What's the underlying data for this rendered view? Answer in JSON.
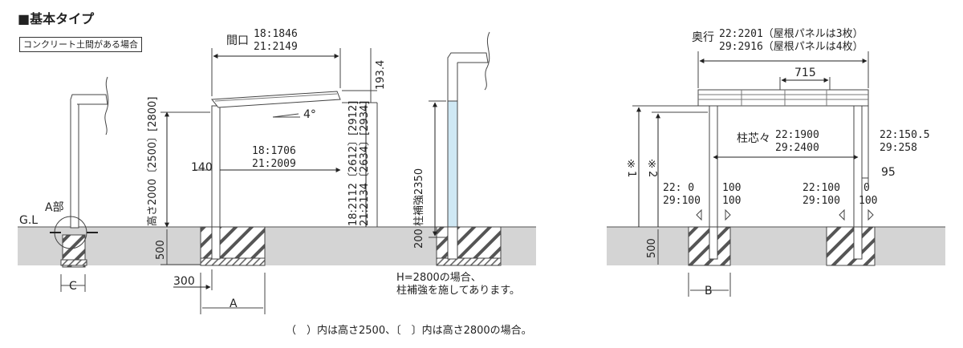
{
  "header": {
    "title": "■基本タイプ",
    "subtitle": "コンクリート土間がある場合"
  },
  "side": {
    "frontage_label": "間口",
    "frontage_18": "18:1846",
    "frontage_21": "21:2149",
    "dim_193": "193.4",
    "angle": "4°",
    "post_18": "18:1706",
    "post_21": "21:2009",
    "dim_140": "140",
    "height_label": "高さ2000〔2500〕[2800]",
    "col_18": "18:2112〔2612〕[2912]",
    "col_21": "21:2134〔2634〕[2934]",
    "dim_500": "500",
    "dim_300": "300",
    "label_A": "A",
    "label_C": "C",
    "gl": "G.L",
    "part_a": "A部",
    "reinforce": "柱補強2350",
    "dim_200": "200",
    "reinforce_note_1": "H=2800の場合、",
    "reinforce_note_2": "柱補強を施してあります。"
  },
  "front": {
    "depth_label": "奥行",
    "depth_22": "22:2201（屋根パネルは3枚）",
    "depth_29": "29:2916（屋根パネルは4枚）",
    "dim_715": "715",
    "pitch_label": "柱芯々",
    "pitch_22": "22:1900",
    "pitch_29": "29:2400",
    "over_22": "22:150.5",
    "over_29": "29:258",
    "dim_95": "95",
    "note_1": "※1",
    "note_2": "※2",
    "left_22": "22:  0",
    "left_29": "29:100",
    "left_val_22": "100",
    "left_val_29": "100",
    "right_22": "22:100",
    "right_29": "29:100",
    "right_val_22": "0",
    "right_val_29": "100",
    "dim_500": "500",
    "label_B": "B"
  },
  "footer": {
    "note": "（　）内は高さ2500、〔　〕内は高さ2800の場合。"
  }
}
